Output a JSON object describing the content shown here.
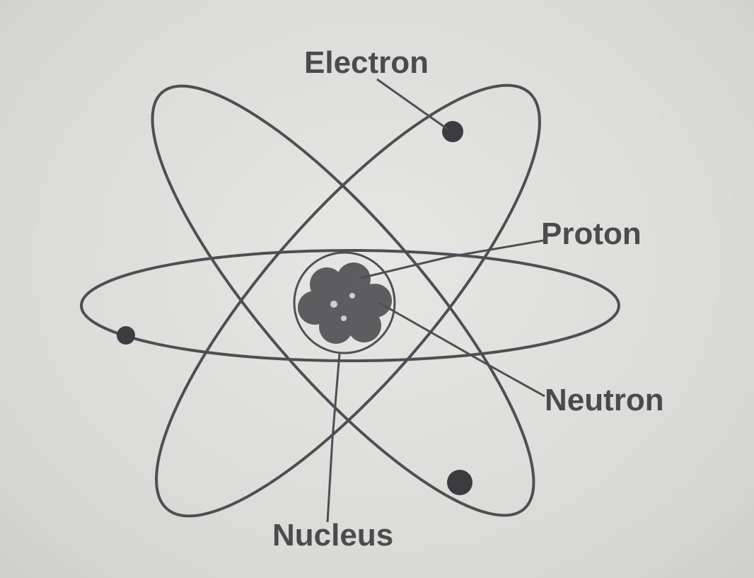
{
  "diagram": {
    "labels": {
      "electron": "Electron",
      "proton": "Proton",
      "neutron": "Neutron",
      "nucleus": "Nucleus"
    },
    "colors": {
      "background": "#dcdcda",
      "line": "#4f4f53",
      "text": "#4b4b4d",
      "particle": "#5d5d5f",
      "electron": "#3c3c40"
    }
  }
}
